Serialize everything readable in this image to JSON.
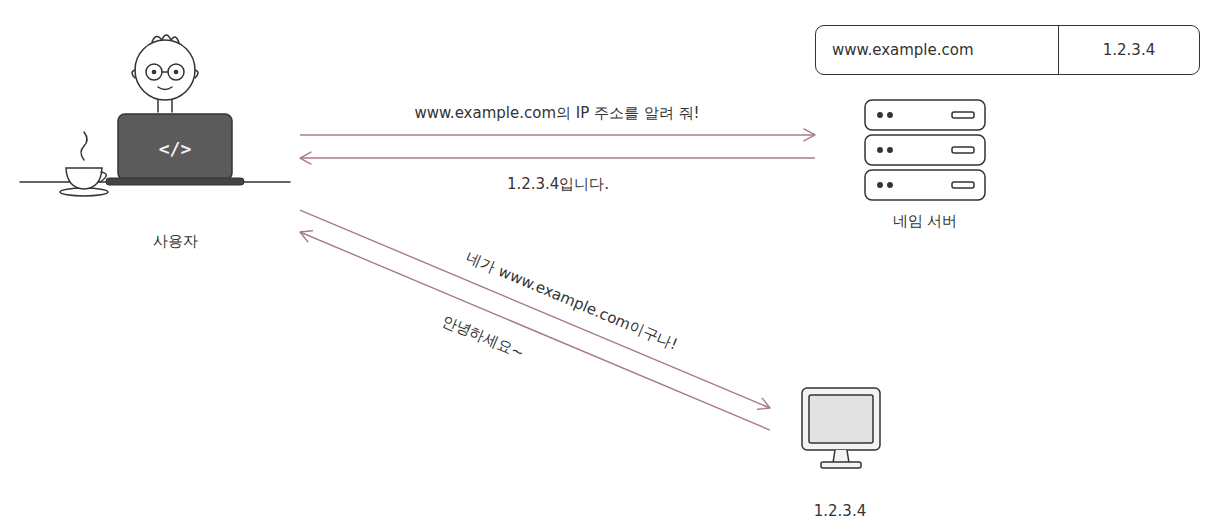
{
  "diagram": {
    "nodes": [
      {
        "text": [
          "사용자"
        ]
      },
      {
        "text": [
          "www.example.com",
          "1.2.3.4"
        ]
      },
      {
        "text": [
          "네임 서버"
        ]
      },
      {
        "text": [
          "1.2.3.4"
        ]
      }
    ],
    "edges": [
      {
        "from": 0,
        "to": 2,
        "arrow": "to",
        "label": "www.example.com의 IP 주소를 알려 줘!"
      },
      {
        "from": 2,
        "to": 0,
        "arrow": "to",
        "label": "1.2.3.4입니다."
      },
      {
        "from": 0,
        "to": 3,
        "arrow": "to",
        "label": "네가 www.example.com이구나!"
      },
      {
        "from": 3,
        "to": 0,
        "arrow": "to",
        "label": "안녕하세요~"
      }
    ],
    "labels": [
      "</>"
    ]
  }
}
